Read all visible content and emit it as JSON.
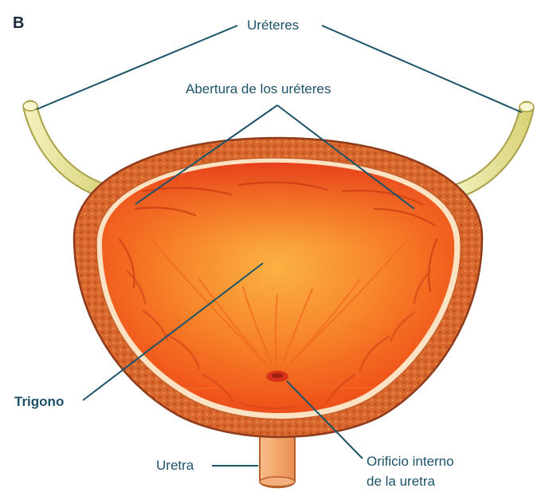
{
  "panel_letter": "B",
  "labels": {
    "ureteres": "Uréteres",
    "abertura": "Abertura de los uréteres",
    "trigono": "Trigono",
    "uretra": "Uretra",
    "orificio_line1": "Orificio interno",
    "orificio_line2": "de la uretra"
  },
  "colors": {
    "label_text": "#1d5368",
    "leader_line": "#1d5368",
    "wall": "#d9692c",
    "interior": "#f25a1c",
    "ureter": "#e8e49a",
    "urethra": "#f1a56b"
  }
}
